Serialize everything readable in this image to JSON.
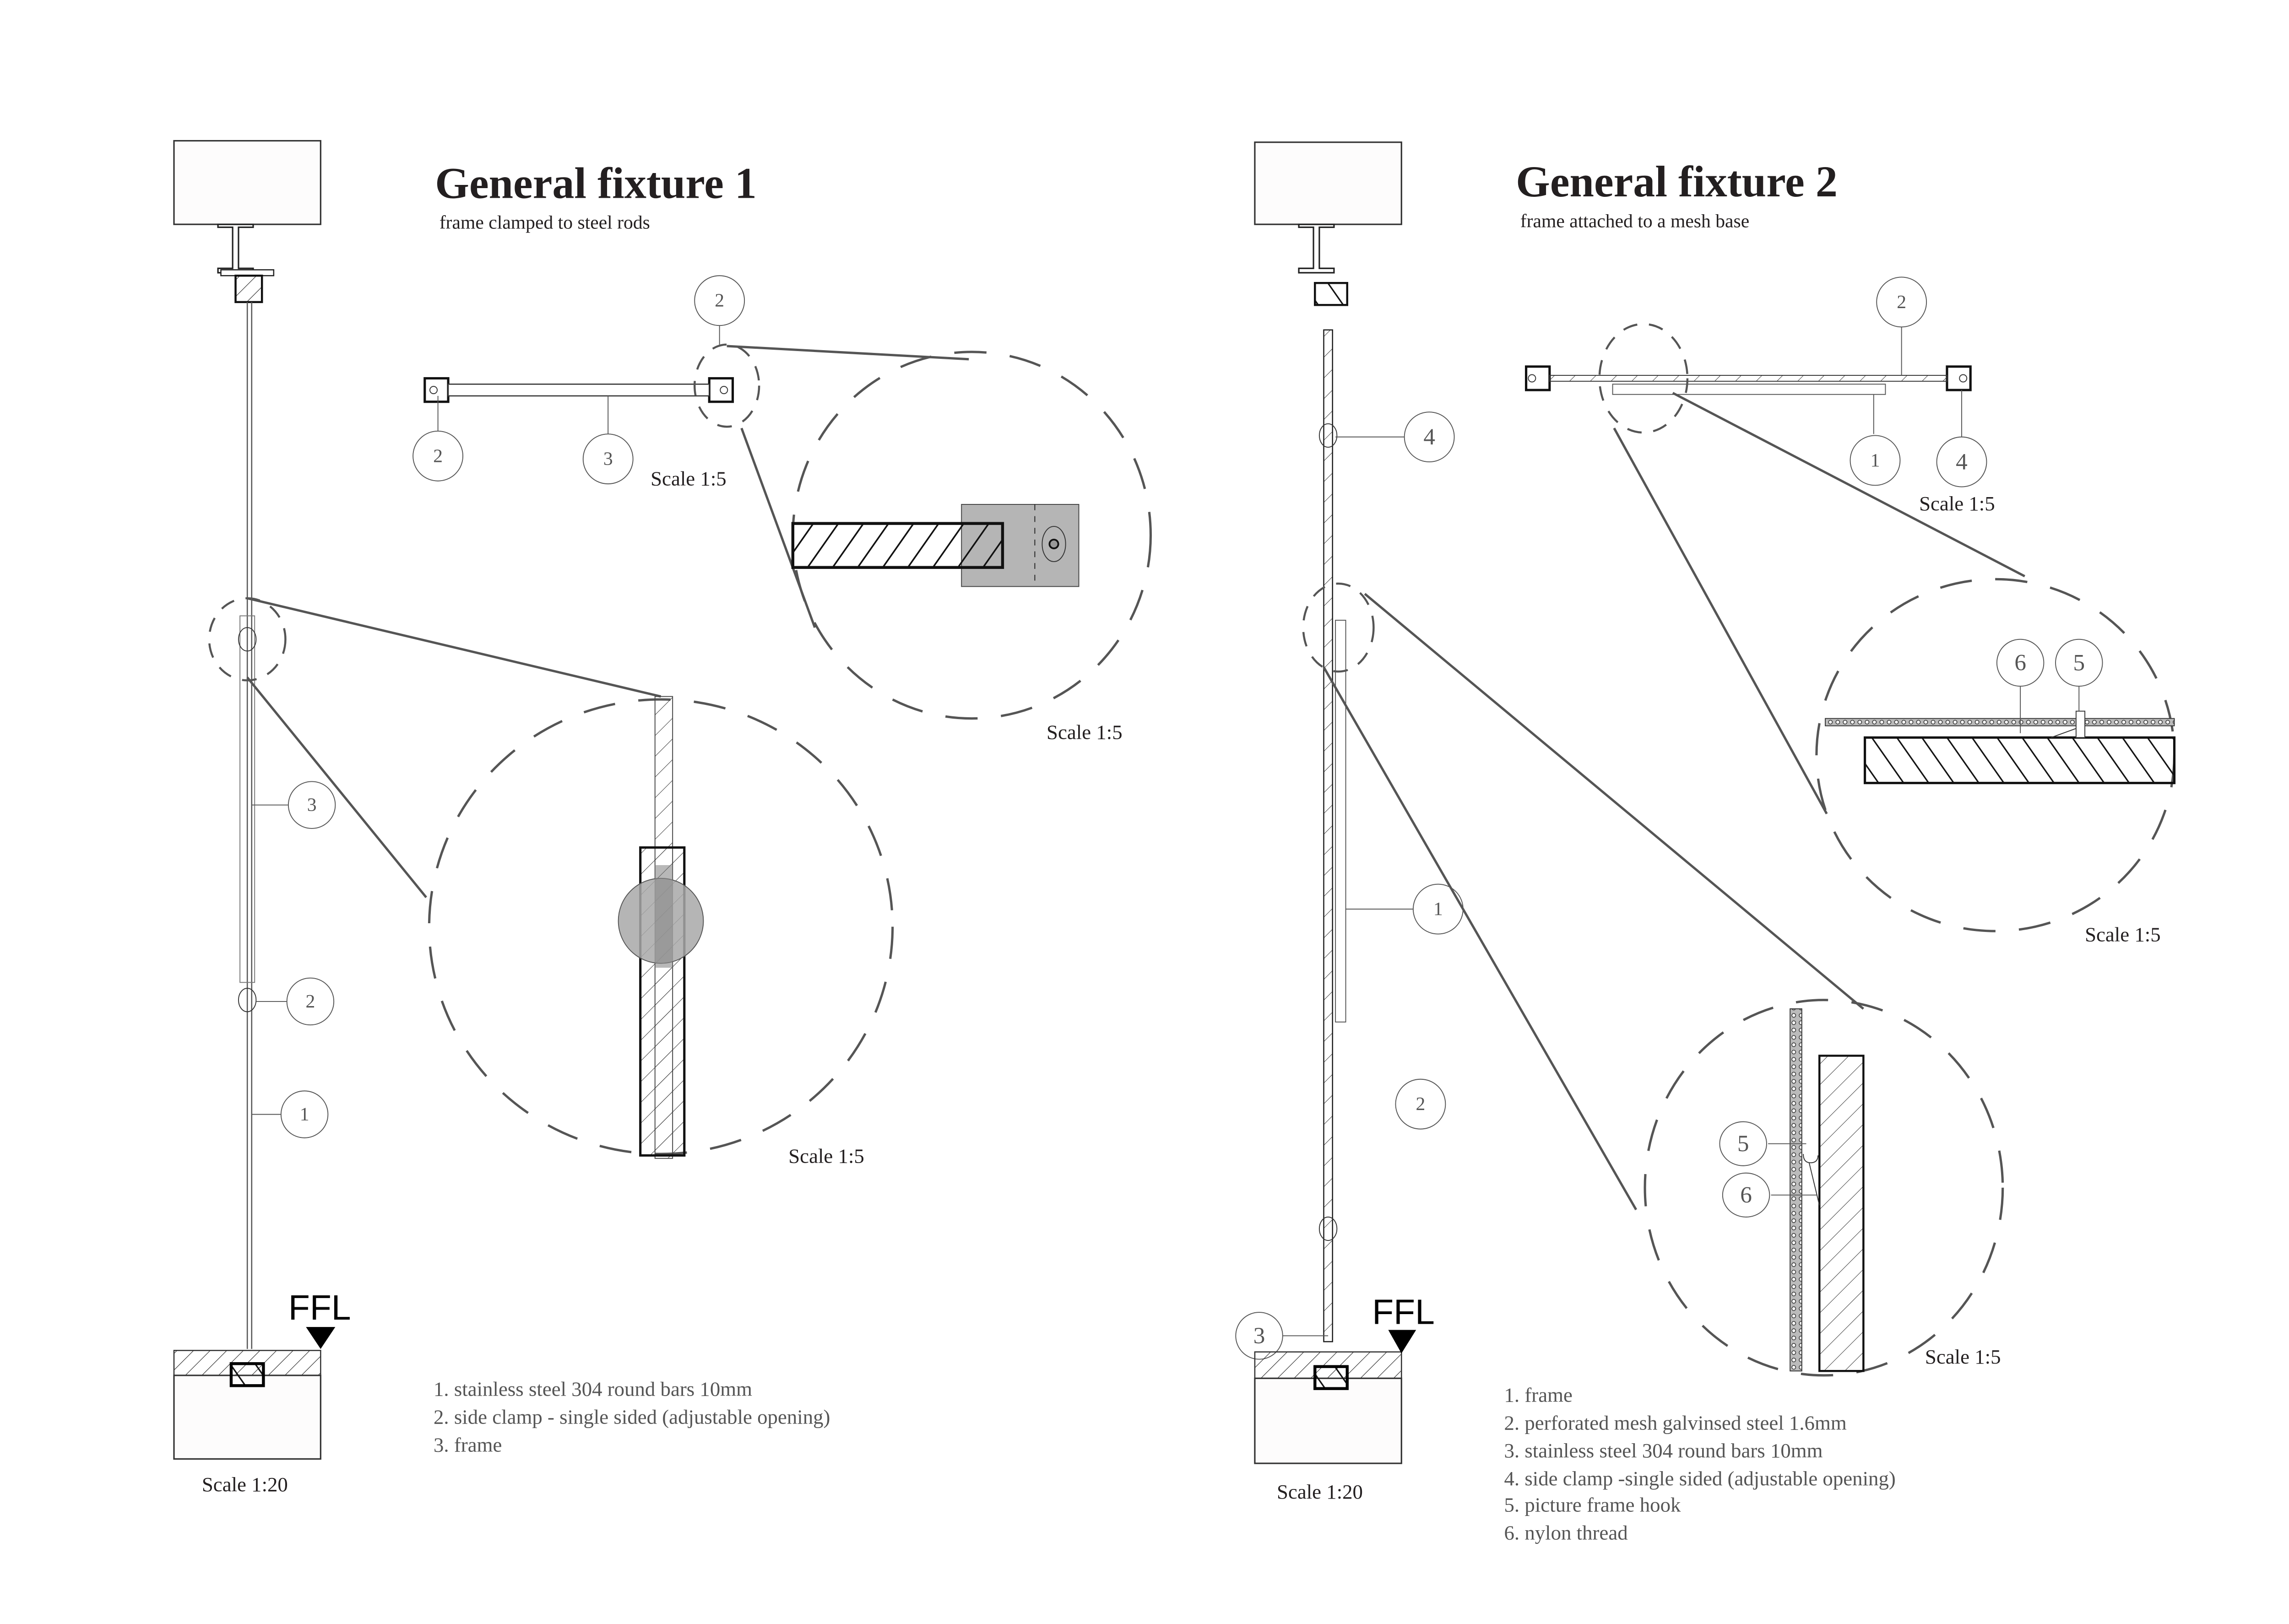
{
  "fixture1": {
    "title": "General fixture 1",
    "subtitle": "frame clamped to steel rods",
    "elevation_scale": "Scale 1:20",
    "plan_scale": "Scale 1:5",
    "detail_plan_scale": "Scale 1:5",
    "detail_elevation_scale": "Scale 1:5",
    "ffl_label": "FFL",
    "tags": {
      "elev_3": "3",
      "elev_2": "2",
      "elev_1": "1",
      "plan_top": "2",
      "plan_left": "2",
      "plan_mid": "3"
    },
    "legend": [
      "1. stainless steel 304 round bars 10mm",
      "2. side clamp - single sided (adjustable opening)",
      "3. frame"
    ]
  },
  "fixture2": {
    "title": "General fixture 2",
    "subtitle": "frame attached to a mesh base",
    "elevation_scale": "Scale 1:20",
    "plan_scale": "Scale 1:5",
    "detail_plan_scale": "Scale 1:5",
    "detail_elevation_scale": "Scale 1:5",
    "ffl_label": "FFL",
    "tags": {
      "elev_4": "4",
      "elev_1": "1",
      "elev_2": "2",
      "elev_3": "3",
      "plan_top": "2",
      "plan_1": "1",
      "plan_4": "4",
      "detail_plan_6": "6",
      "detail_plan_5": "5",
      "detail_elev_5": "5",
      "detail_elev_6": "6"
    },
    "legend": [
      "1. frame",
      "2. perforated mesh galvinsed steel 1.6mm",
      "3. stainless steel 304 round bars 10mm",
      "4. side clamp -single sided (adjustable opening)",
      "5. picture frame hook",
      "6. nylon thread"
    ]
  },
  "colors": {
    "ink": "#231f20",
    "leader": "#555555",
    "clamp_fill": "#b5b5b5",
    "hatch": "#1a1a1a"
  }
}
